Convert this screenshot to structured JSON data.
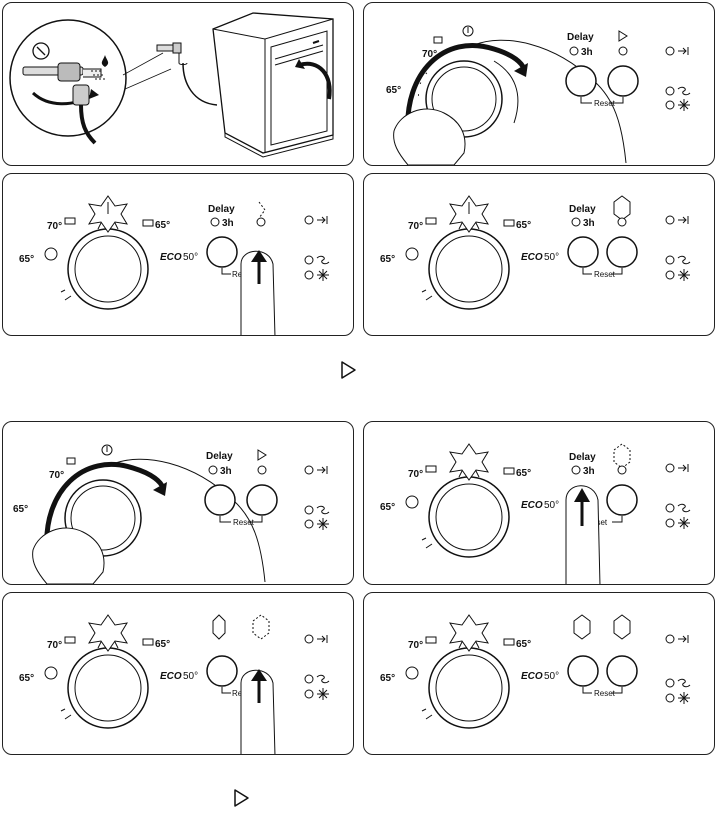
{
  "panel_labels": {
    "temp_70": "70°",
    "temp_65_left": "65°",
    "temp_65_right": "65°",
    "eco": "ECO",
    "temp_50": "50°",
    "delay": "Delay",
    "delay_3h": "3h",
    "reset": "Reset",
    "reset_partial": "Re",
    "reset_partial2": "eset"
  },
  "icons": {
    "start": "play-triangle-icon",
    "end": "arrow-to-bar-icon",
    "salt": "loop-arrow-icon",
    "rinse_aid": "sparkle-icon",
    "power": "power-icon"
  },
  "colors": {
    "line": "#111111",
    "background": "#ffffff"
  }
}
